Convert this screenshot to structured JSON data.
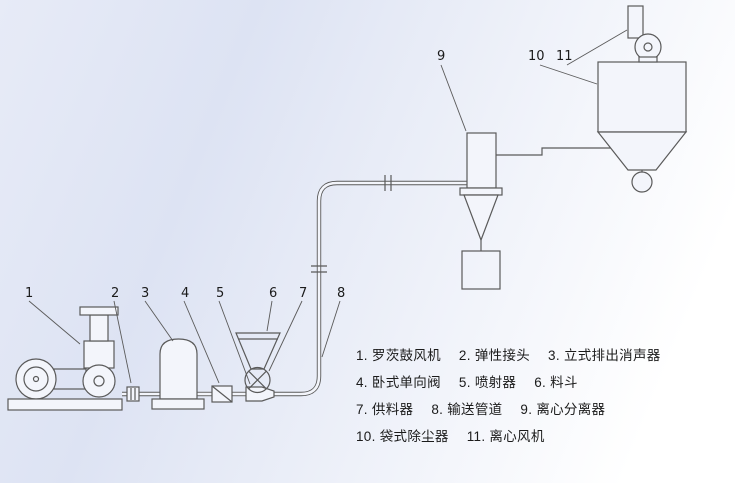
{
  "colors": {
    "line": "#5a5a5a",
    "pipeInner": "#f3f5fb",
    "text": "#1b1b1b",
    "bgA": "#e7ebf7",
    "bgB": "#dde3f3",
    "bgC": "#eef1f9",
    "bgD": "#ffffff"
  },
  "callouts": {
    "n1": "1",
    "n2": "2",
    "n3": "3",
    "n4": "4",
    "n5": "5",
    "n6": "6",
    "n7": "7",
    "n8": "8",
    "n9": "9",
    "n10": "10",
    "n11": "11"
  },
  "legend": {
    "rows": [
      [
        "1. 罗茨鼓风机",
        "2. 弹性接头",
        "3. 立式排出消声器"
      ],
      [
        "4. 卧式单向阀",
        "5. 喷射器",
        "6. 料斗"
      ],
      [
        "7. 供料器",
        "8. 输送管道",
        "9. 离心分离器"
      ],
      [
        "10. 袋式除尘器",
        "11. 离心风机"
      ]
    ]
  }
}
